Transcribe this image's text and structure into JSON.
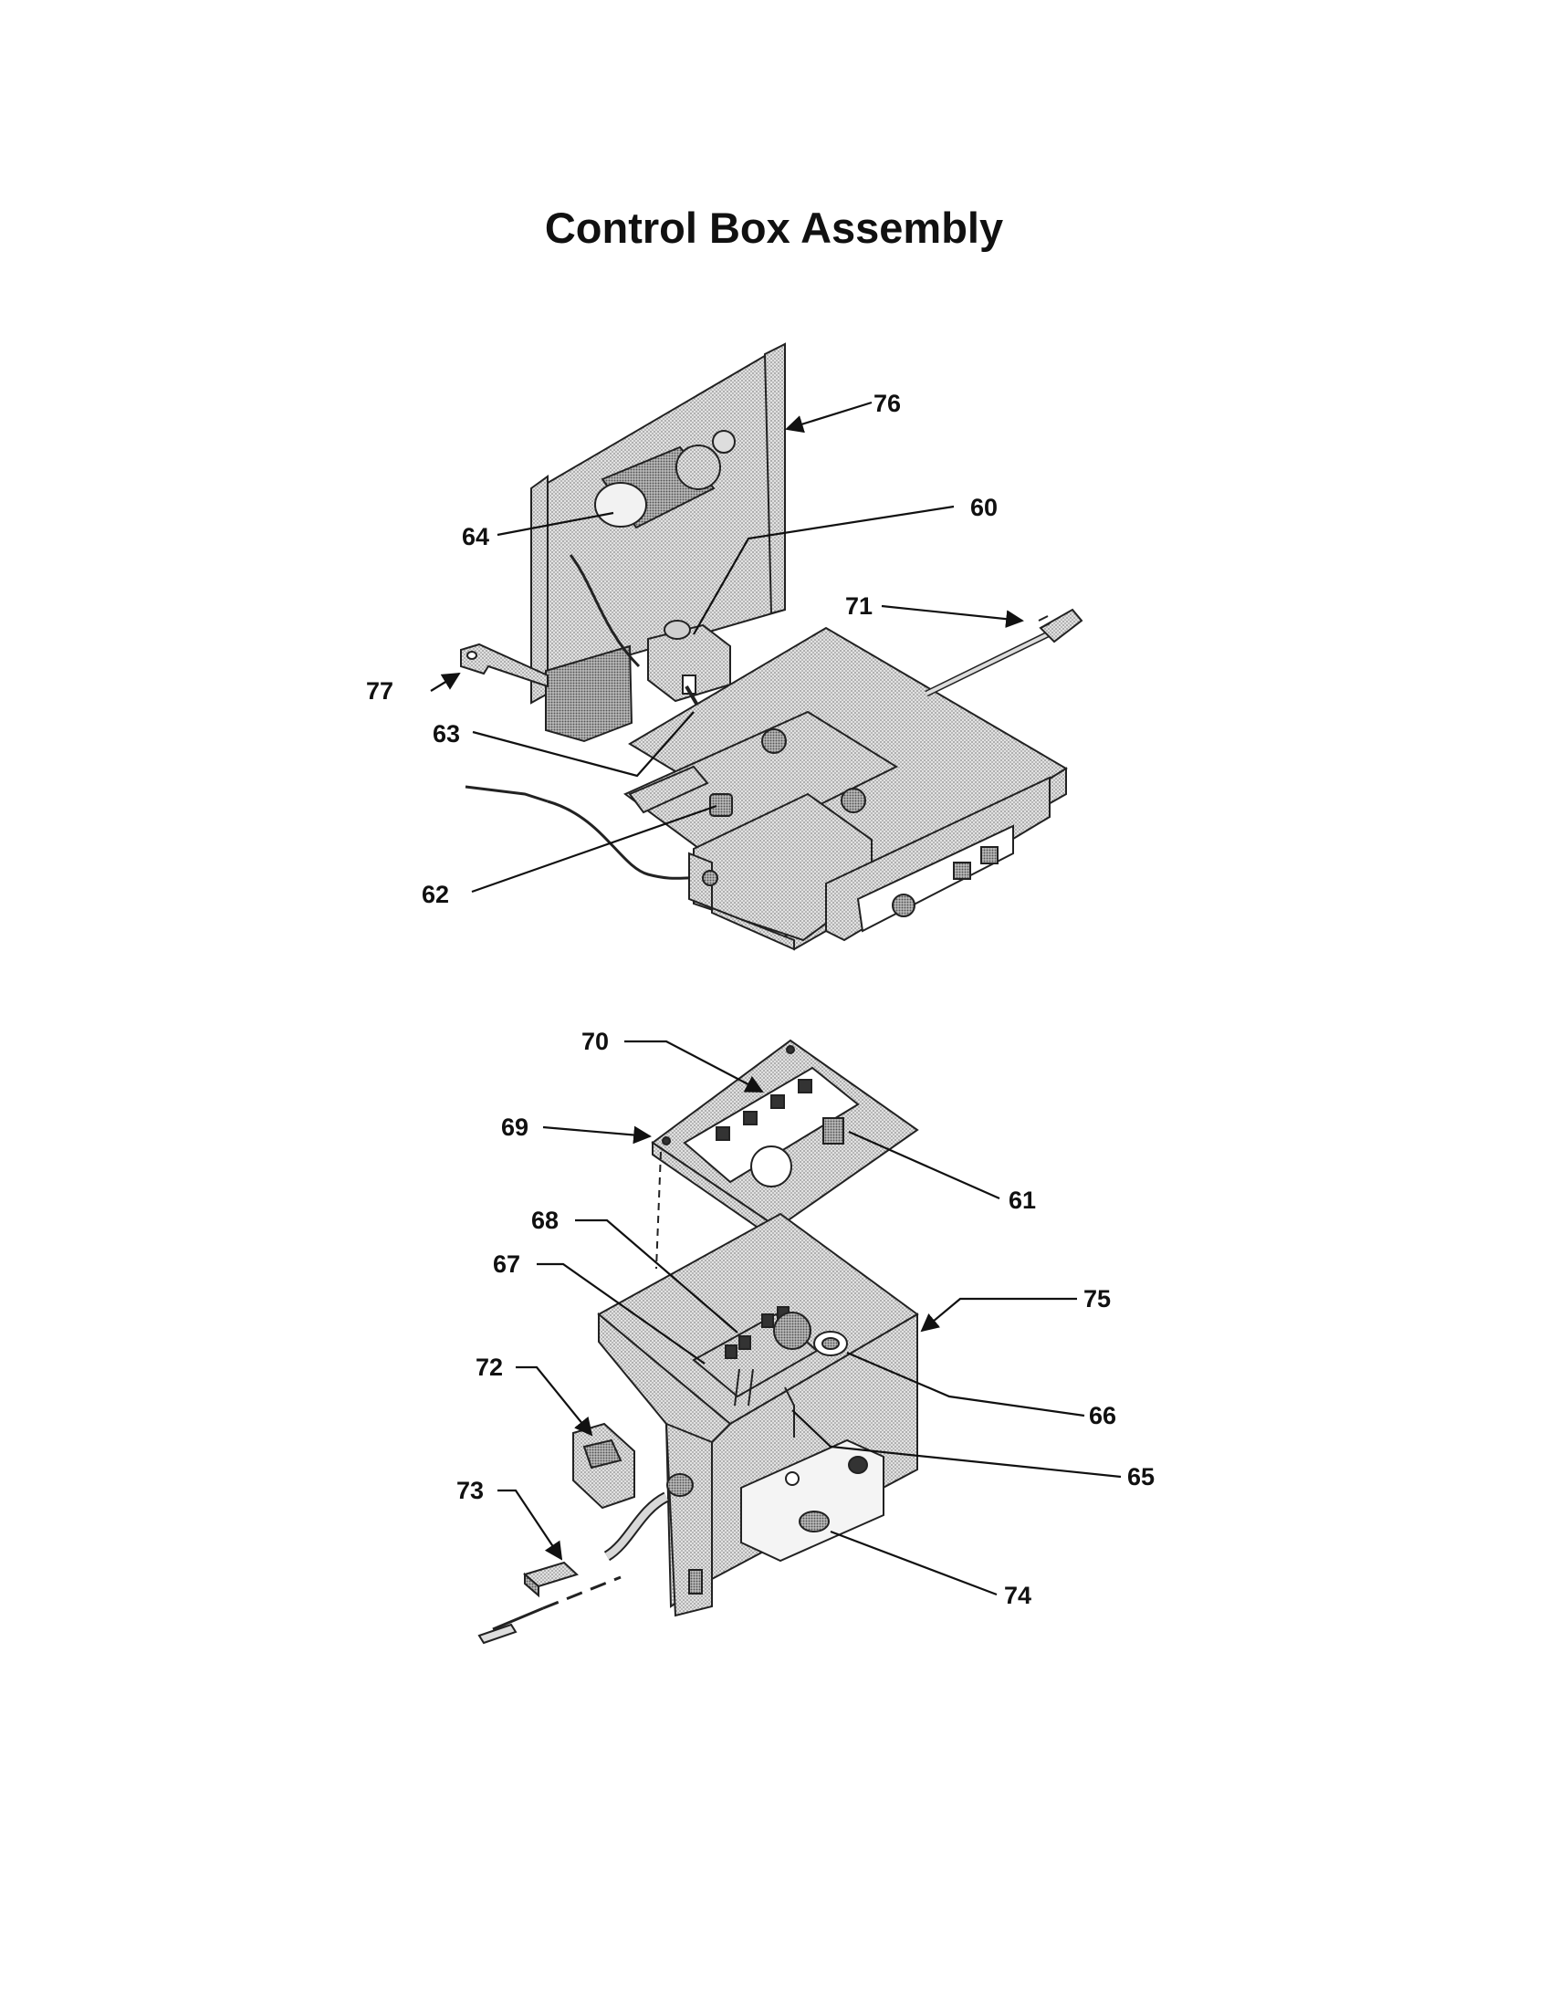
{
  "title": "Control Box Assembly",
  "labels": {
    "p60": "60",
    "p61": "61",
    "p62": "62",
    "p63": "63",
    "p64": "64",
    "p65": "65",
    "p66": "66",
    "p67": "67",
    "p68": "68",
    "p69": "69",
    "p70": "70",
    "p71": "71",
    "p72": "72",
    "p73": "73",
    "p74": "74",
    "p75": "75",
    "p76": "76",
    "p77": "77"
  }
}
